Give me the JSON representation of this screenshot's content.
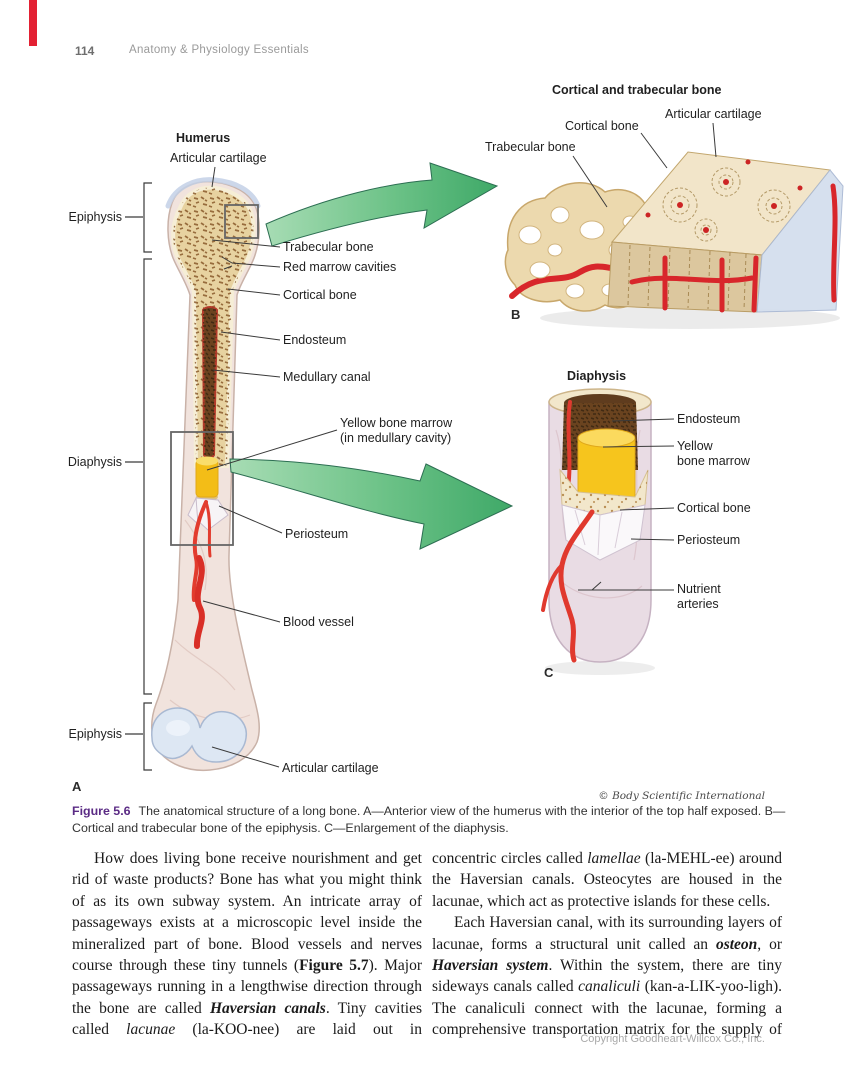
{
  "header": {
    "page_number": "114",
    "book_title": "Anatomy & Physiology Essentials"
  },
  "figure": {
    "panel_a": {
      "title": "Humerus",
      "top_label": "Articular cartilage",
      "bracket_labels": [
        "Epiphysis",
        "Diaphysis",
        "Epiphysis"
      ],
      "labels": {
        "trabecular": "Trabecular bone",
        "red_marrow": "Red marrow cavities",
        "cortical": "Cortical bone",
        "endosteum": "Endosteum",
        "medullary": "Medullary canal",
        "yellow_line1": "Yellow bone marrow",
        "yellow_line2": "(in medullary cavity)",
        "periosteum": "Periosteum",
        "blood_vessel": "Blood vessel",
        "articular_bottom": "Articular cartilage"
      },
      "marker": "A"
    },
    "panel_b": {
      "title": "Cortical and trabecular bone",
      "labels": {
        "cortical": "Cortical bone",
        "articular": "Articular cartilage",
        "trabecular": "Trabecular bone"
      },
      "marker": "B"
    },
    "panel_c": {
      "title": "Diaphysis",
      "labels": {
        "endosteum": "Endosteum",
        "yellow_line1": "Yellow",
        "yellow_line2": "bone marrow",
        "cortical": "Cortical bone",
        "periosteum": "Periosteum",
        "nutrient_line1": "Nutrient",
        "nutrient_line2": "arteries"
      },
      "marker": "C"
    },
    "credit": "© Body Scientific International"
  },
  "caption": {
    "label": "Figure 5.6",
    "text": "The anatomical structure of a long bone. A—Anterior view of the humerus with the interior of the top half exposed. B—Cortical and trabecular bone of the epiphysis. C—Enlargement of the diaphysis."
  },
  "body": {
    "left": [
      {
        "indent": true,
        "fill": true,
        "runs": [
          {
            "t": "How does living bone receive nourishment and get rid of waste products? Bone has what you might think of as its own subway system. An intricate array of passageways exists at a microscopic level inside the mineralized part of bone. Blood vessels and nerves course through these tiny tunnels ("
          },
          {
            "t": "Figure 5.7",
            "b": true
          },
          {
            "t": "). Major passageways running in a lengthwise direction through the bone are called "
          },
          {
            "t": "Haversian canals",
            "b": true,
            "i": true
          },
          {
            "t": ". Tiny cavities called "
          },
          {
            "t": "lacunae",
            "i": true
          },
          {
            "t": " (la-KOO-nee) are laid out in"
          }
        ]
      }
    ],
    "right": [
      {
        "indent": false,
        "runs": [
          {
            "t": "concentric circles called "
          },
          {
            "t": "lamellae",
            "i": true
          },
          {
            "t": " (la-MEHL-ee) around the Haversian canals. Osteocytes are housed in the lacunae, which act as protective islands for these cells."
          }
        ]
      },
      {
        "indent": true,
        "fill": true,
        "runs": [
          {
            "t": "Each Haversian canal, with its surrounding layers of lacunae, forms a structural unit called an "
          },
          {
            "t": "osteon",
            "b": true,
            "i": true
          },
          {
            "t": ", or "
          },
          {
            "t": "Haversian system",
            "b": true,
            "i": true
          },
          {
            "t": ". Within the system, there are tiny sideways canals called "
          },
          {
            "t": "canaliculi",
            "i": true
          },
          {
            "t": " (kan-a-LIK-yoo-ligh). The canaliculi connect with the lacunae, forming a comprehensive transportation matrix for the supply of"
          }
        ]
      }
    ]
  },
  "footer": {
    "copyright": "Copyright Goodheart-Willcox Co., Inc."
  },
  "colors": {
    "accent_purple": "#5b2b85",
    "arrow_green": "#6cc287",
    "tab_red": "#e32133",
    "bone_cream": "#f2e5c9",
    "marrow_brown": "#6b421f",
    "marrow_yellow": "#f3bd17",
    "vessel_red": "#d8262b",
    "cartilage_blue": "#d4dfee"
  }
}
